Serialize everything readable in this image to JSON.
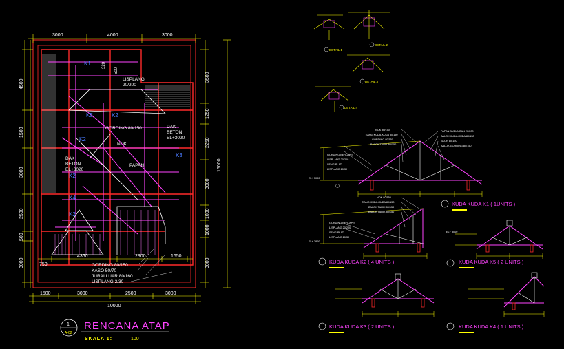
{
  "colors": {
    "background": "#000000",
    "wall": "#ff2a2a",
    "roof": "#ff44ff",
    "dimension": "#ffff00",
    "label": "#ffffff",
    "accent": "#4a7bff",
    "hatch": "#c8c8c8"
  },
  "plan": {
    "top_dims": [
      "3000",
      "4000",
      "3000"
    ],
    "bottom_dims_1": [
      "4350",
      "2900",
      "1650"
    ],
    "bottom_left_dim": "750",
    "bottom_dims_2": [
      "1500",
      "3000",
      "2500",
      "3000"
    ],
    "bottom_total": "10000",
    "left_dims": [
      "4500",
      "1500",
      "3000",
      "2500",
      "500",
      "3000"
    ],
    "right_dims": [
      "3500",
      "1250",
      "2250",
      "3000",
      "1000",
      "1000",
      "3000"
    ],
    "right_total": "15000",
    "inner_dims": [
      "320",
      "500"
    ],
    "tags": [
      "K1",
      "K2",
      "K3",
      "K4",
      "K5"
    ],
    "labels": {
      "lisplang": "LISPLANG",
      "lisplang_size": "20/200",
      "gording": "GORDING 80/150",
      "dak_beton_1": "DAK",
      "dak_beton_1b": "BETON",
      "dak_beton_1c": "EL+3020",
      "dak_beton_2": "DAK",
      "dak_beton_2b": "BETON",
      "dak_beton_2c": "EL+3020",
      "nok": "NOK",
      "papan": "PAPAN"
    },
    "legend": [
      "GORDING 80/150",
      "KASO 50/70",
      "JURAI LUAR 80/160",
      "LISPLANG 2/30"
    ]
  },
  "title": {
    "circle_top": "1",
    "circle_bottom": "A-02",
    "main": "RENCANA ATAP",
    "scale_label": "SKALA 1:",
    "scale_value": "100"
  },
  "details": {
    "labels": [
      "DETAIL 1",
      "DETAIL 2",
      "DETAIL 3",
      "DETAIL 4"
    ]
  },
  "trusses": {
    "k1_notes": [
      "NOK 80/150",
      "TIANG KUDA-KUDA 80/150",
      "GORDING 80/150",
      "BALOK TARIK 80/150"
    ],
    "k1_notes_right": [
      "PAPAN BUBUNGAN 20/200",
      "BALOK KUDA-KUDA 80/150",
      "SKOR 80/150",
      "BALOK GORDING 80/150"
    ],
    "k1_left": [
      "GORDING BERLAPIS",
      "LISPLANG 20/200",
      "SENG PLAT",
      "LISPLANG 20/30"
    ],
    "k2_notes": [
      "NOK 80/150",
      "TIANG KUDA-KUDA 80/150",
      "BALOK TARIK 80/150",
      "BALOK TARIK 80/150"
    ],
    "k2_left": [
      "GORDING BERLAPIS",
      "LISPLANG 20/200",
      "SENG PLAT",
      "LISPLANG 20/30"
    ],
    "k1_title": "KUDA KUDA K1 ( 1UNITS )",
    "k2_title": "KUDA KUDA K2 ( 4 UNITS )",
    "k3_title": "KUDA KUDA K3 ( 2 UNITS )",
    "k4_title": "KUDA KUDA K4 ( 1 UNITS )",
    "k5_title": "KUDA KUDA K5 ( 2 UNITS )",
    "elevations": [
      "EL+ 3000",
      "EL+ 2800",
      "EL+ 3000"
    ]
  }
}
